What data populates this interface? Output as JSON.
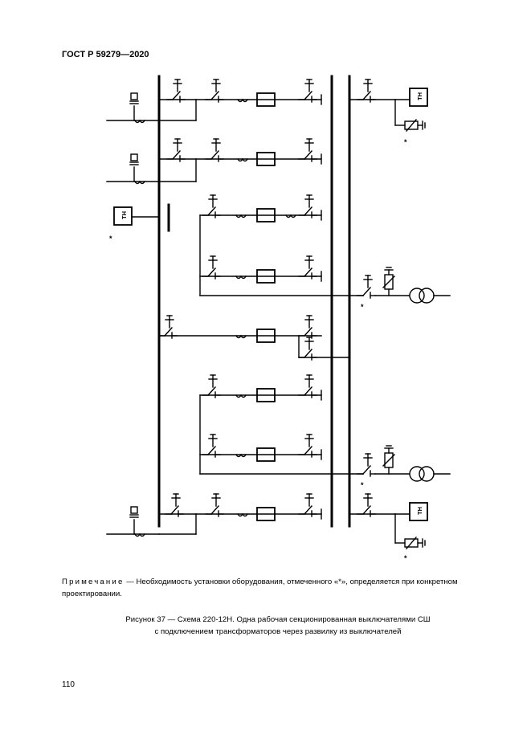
{
  "header": {
    "standard": "ГОСТ Р 59279—2020"
  },
  "diagram": {
    "labels": {
      "vt": "ТН",
      "asterisk": "*"
    }
  },
  "note": {
    "label": "Примечание",
    "text": " — Необходимость установки оборудования, отмеченного «*», определяется при конкретном проектировании."
  },
  "caption": {
    "line1": "Рисунок 37 — Схема 220-12Н. Одна рабочая секционированная выключателями СШ",
    "line2": "с подключением трансформаторов через развилку из выключателей"
  },
  "page_number": "110"
}
